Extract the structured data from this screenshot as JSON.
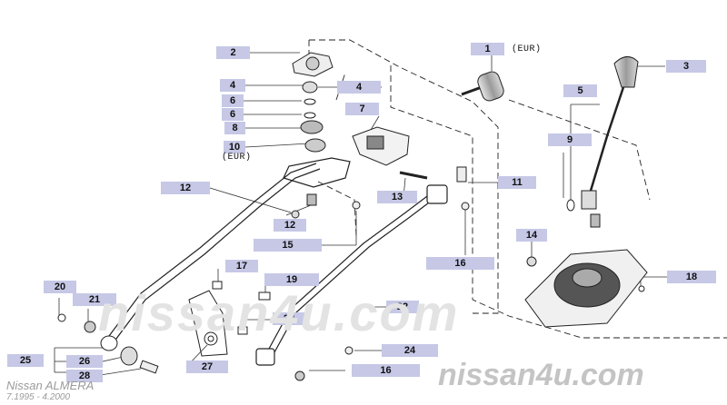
{
  "diagram": {
    "callouts": [
      {
        "id": "c2",
        "number": "2"
      },
      {
        "id": "c1",
        "number": "1"
      },
      {
        "id": "c3",
        "number": "3"
      },
      {
        "id": "c4a",
        "number": "4"
      },
      {
        "id": "c4b",
        "number": "4"
      },
      {
        "id": "c5",
        "number": "5"
      },
      {
        "id": "c6a",
        "number": "6"
      },
      {
        "id": "c6b",
        "number": "6"
      },
      {
        "id": "c7",
        "number": "7"
      },
      {
        "id": "c8",
        "number": "8"
      },
      {
        "id": "c9",
        "number": "9"
      },
      {
        "id": "c10",
        "number": "10"
      },
      {
        "id": "c11",
        "number": "11"
      },
      {
        "id": "c12a",
        "number": "12"
      },
      {
        "id": "c12b",
        "number": "12"
      },
      {
        "id": "c13",
        "number": "13"
      },
      {
        "id": "c14",
        "number": "14"
      },
      {
        "id": "c15",
        "number": "15"
      },
      {
        "id": "c16a",
        "number": "16"
      },
      {
        "id": "c16b",
        "number": "16"
      },
      {
        "id": "c17",
        "number": "17"
      },
      {
        "id": "c18",
        "number": "18"
      },
      {
        "id": "c19",
        "number": "19"
      },
      {
        "id": "c20",
        "number": "20"
      },
      {
        "id": "c21",
        "number": "21"
      },
      {
        "id": "c22",
        "number": "22"
      },
      {
        "id": "c23",
        "number": "23"
      },
      {
        "id": "c24",
        "number": "24"
      },
      {
        "id": "c25",
        "number": "25"
      },
      {
        "id": "c26",
        "number": "26"
      },
      {
        "id": "c27",
        "number": "27"
      },
      {
        "id": "c28",
        "number": "28"
      }
    ],
    "notes": {
      "eur_1": "(EUR)",
      "eur_10": "(EUR)"
    }
  },
  "watermark": {
    "center": "nissan4u.com",
    "bottom_right": "nissan4u.com"
  },
  "caption": {
    "model": "Nissan ALMERA",
    "dates": "7.1995 - 4.2000"
  }
}
